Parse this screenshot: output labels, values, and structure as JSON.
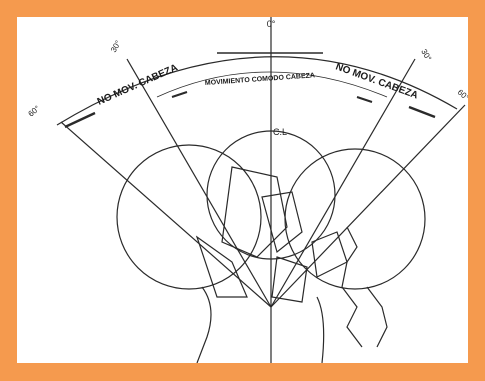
{
  "diagram": {
    "labels": {
      "top_center": "0°",
      "left_no_mov": "NO MOV. CABEZA",
      "right_no_mov": "NO MOV. CABEZA",
      "comfort": "MOVIMIENTO COMODO CABEZA",
      "center_line": "C.L",
      "angle_left_outer": "60°",
      "angle_left_inner": "30°",
      "angle_right_inner": "30°",
      "angle_right_outer": "60°"
    },
    "colors": {
      "frame": "#f59a4e",
      "background": "#ffffff",
      "stroke": "#2a2a2a"
    }
  }
}
